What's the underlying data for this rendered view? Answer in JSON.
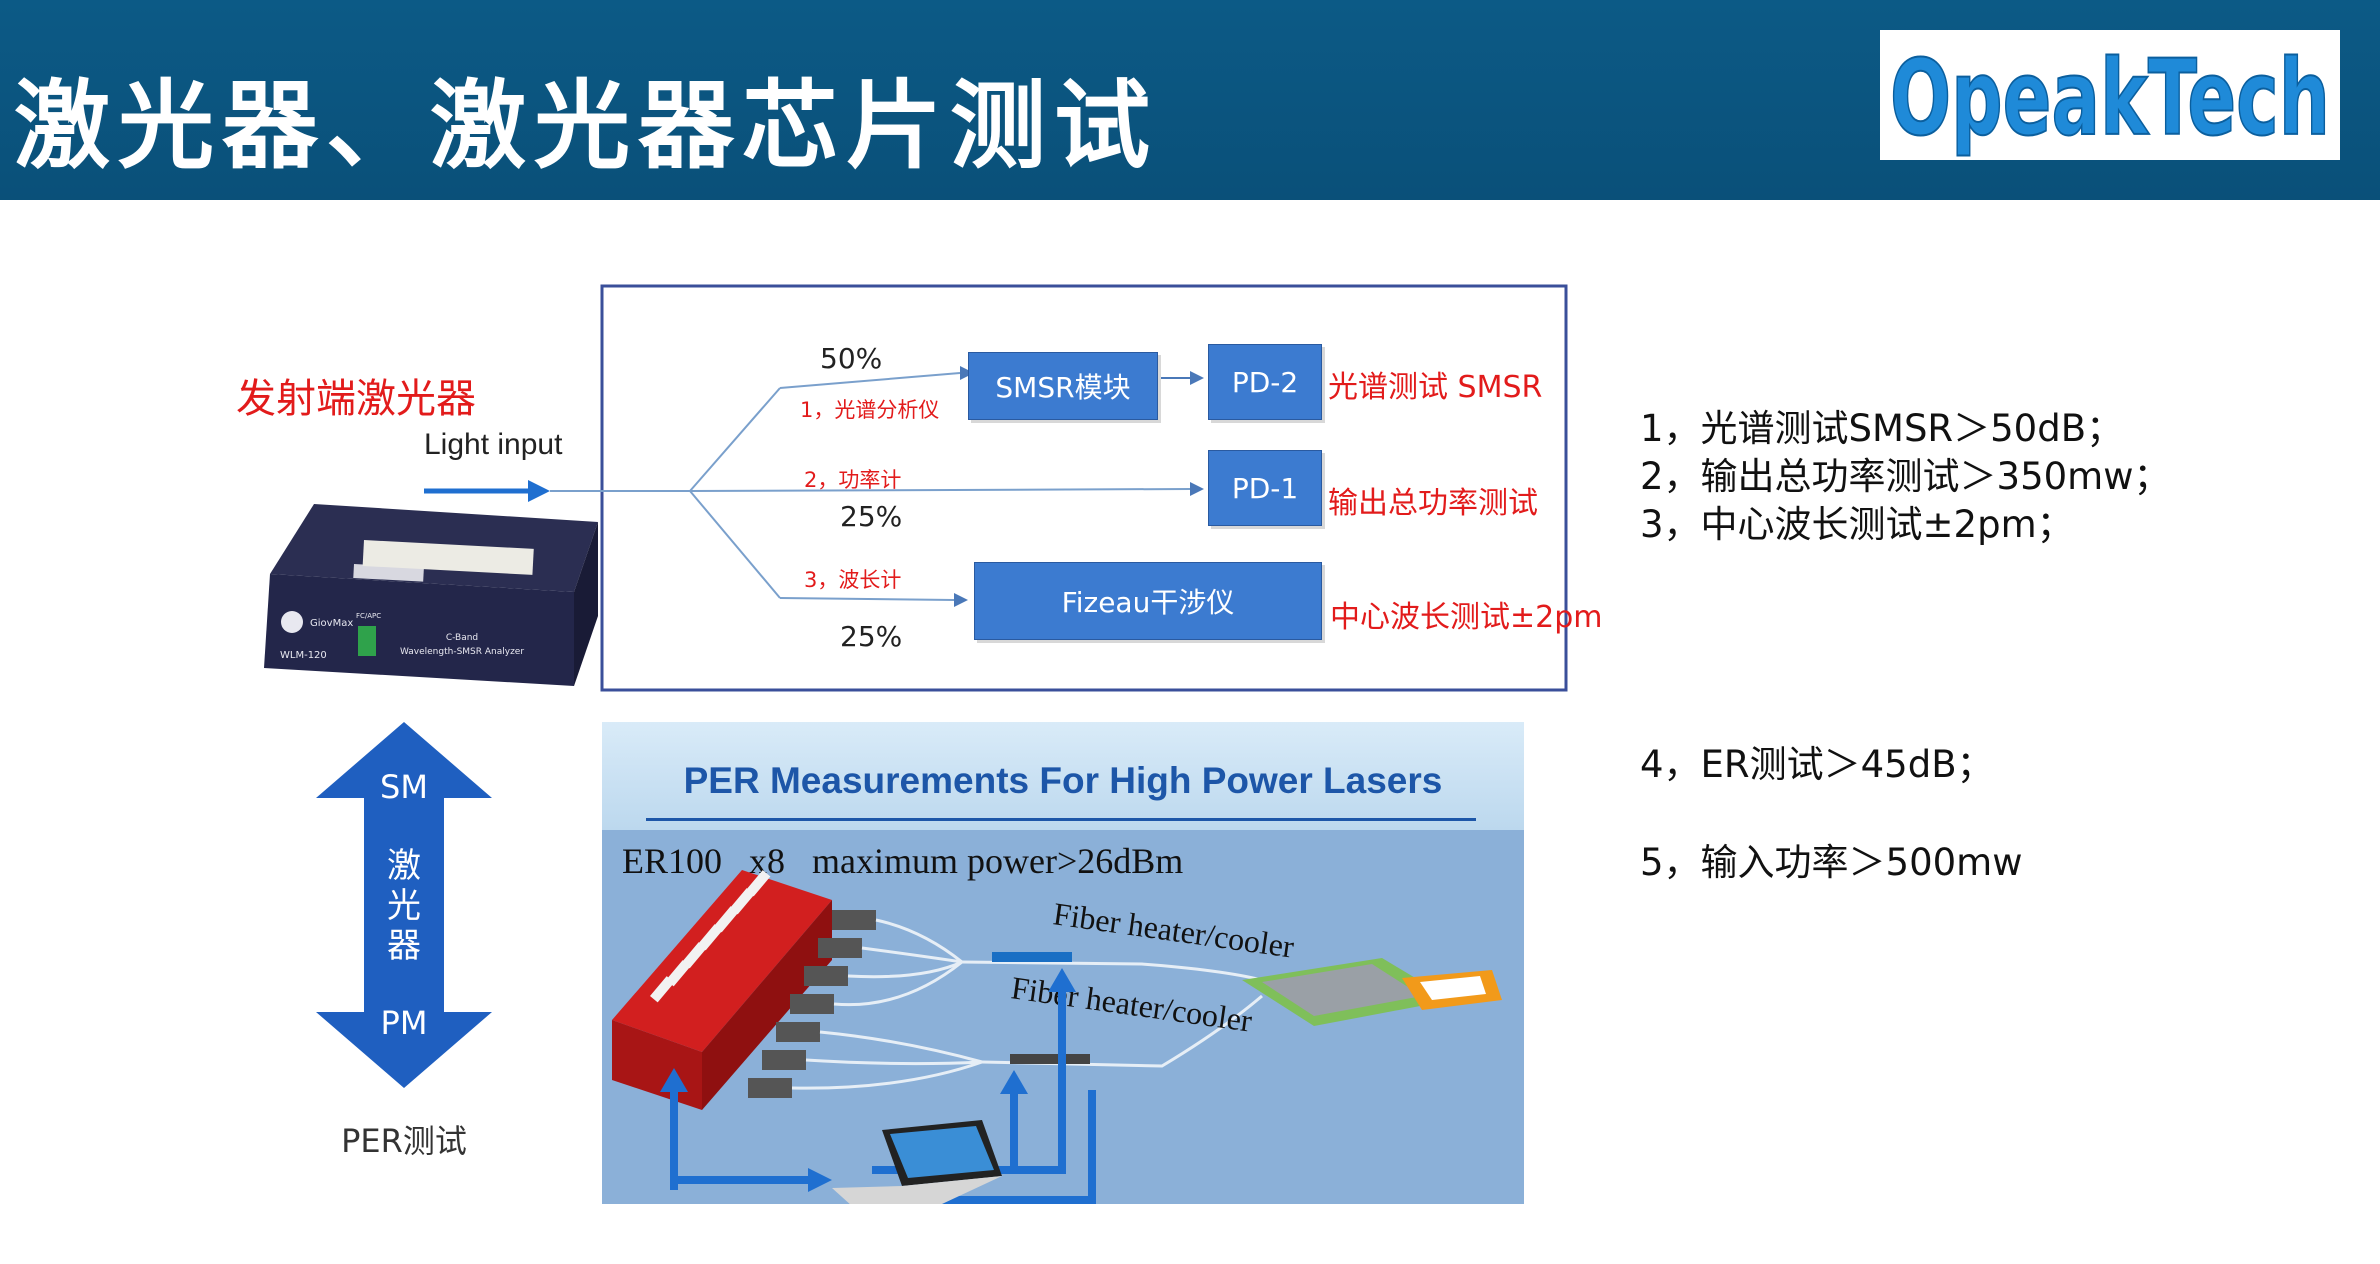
{
  "header": {
    "title": "激光器、激光器芯片测试",
    "logo_text": "OpeakTech"
  },
  "left": {
    "laser_label": "发射端激光器",
    "light_input": "Light input",
    "device": {
      "brand": "GiovMax",
      "model": "WLM-120",
      "connector": "FC/APC",
      "band": "C-Band",
      "name": "Wavelength-SMSR Analyzer"
    }
  },
  "diagram": {
    "split_top": "50%",
    "split_mid": "25%",
    "split_bot": "25%",
    "branch1": "1，光谱分析仪",
    "branch2": "2，功率计",
    "branch3": "3，波长计",
    "smsr_box": "SMSR模块",
    "pd2_box": "PD-2",
    "pd1_box": "PD-1",
    "fizeau_box": "Fizeau干涉仪",
    "out_smsr": "光谱测试 SMSR",
    "out_power": "输出总功率测试",
    "out_wave": "中心波长测试±2pm"
  },
  "arrow": {
    "top": "SM",
    "middle": [
      "激",
      "光",
      "器"
    ],
    "bottom": "PM",
    "caption": "PER测试"
  },
  "per": {
    "title": "PER Measurements For High Power Lasers",
    "spec": "ER100   x8   maximum power>26dBm",
    "heater_upper": "Fiber heater/cooler",
    "heater_lower": "Fiber heater/cooler"
  },
  "requirements": [
    "1，光谱测试SMSR＞50dB；",
    "2，输出总功率测试＞350mw；",
    "3，中心波长测试±2pm；",
    "4，ER测试＞45dB；",
    "5，输入功率＞500mw"
  ],
  "colors": {
    "header_bg": "#0b5580",
    "box_blue": "#3c7bd0",
    "annotation_red": "#e21b1b",
    "arrow_blue": "#1f6fd0"
  }
}
